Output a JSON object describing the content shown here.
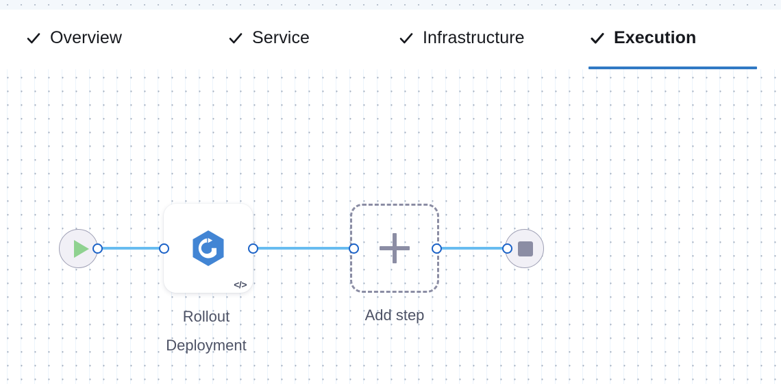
{
  "header": {
    "tabs": [
      {
        "label": "Overview",
        "icon": "check-icon",
        "complete": true,
        "active": false
      },
      {
        "label": "Service",
        "icon": "check-icon",
        "complete": true,
        "active": false
      },
      {
        "label": "Infrastructure",
        "icon": "check-icon",
        "complete": true,
        "active": false
      },
      {
        "label": "Execution",
        "icon": "check-icon",
        "complete": true,
        "active": true
      }
    ],
    "active_underline_color": "#3079c4",
    "tab_text_color": "#16181d"
  },
  "canvas": {
    "background_color": "#ffffff",
    "dot_color": "#aeb6c4",
    "grid_line_color": "#ddecfa",
    "edge_color": "#68bcf0",
    "port_border_color": "#1b62c7",
    "nodes": [
      {
        "id": "start",
        "type": "start-node",
        "icon": "play-icon",
        "icon_color": "#8fd290",
        "label": "",
        "fill": "#f1f0f6",
        "border": "#9e9fb4"
      },
      {
        "id": "rollout-deployment",
        "type": "step-node",
        "icon": "rollout-deployment-icon",
        "icon_color": "#4285d4",
        "badge": "</>",
        "label": "Rollout\nDeployment",
        "fill": "#ffffff"
      },
      {
        "id": "add-step",
        "type": "add-step-node",
        "icon": "plus-icon",
        "icon_color": "#8b8da4",
        "label": "Add step",
        "border": "#8b8da4"
      },
      {
        "id": "end",
        "type": "end-node",
        "icon": "stop-icon",
        "icon_color": "#8b8da4",
        "label": "",
        "fill": "#f1f0f6",
        "border": "#9e9fb4"
      }
    ]
  }
}
